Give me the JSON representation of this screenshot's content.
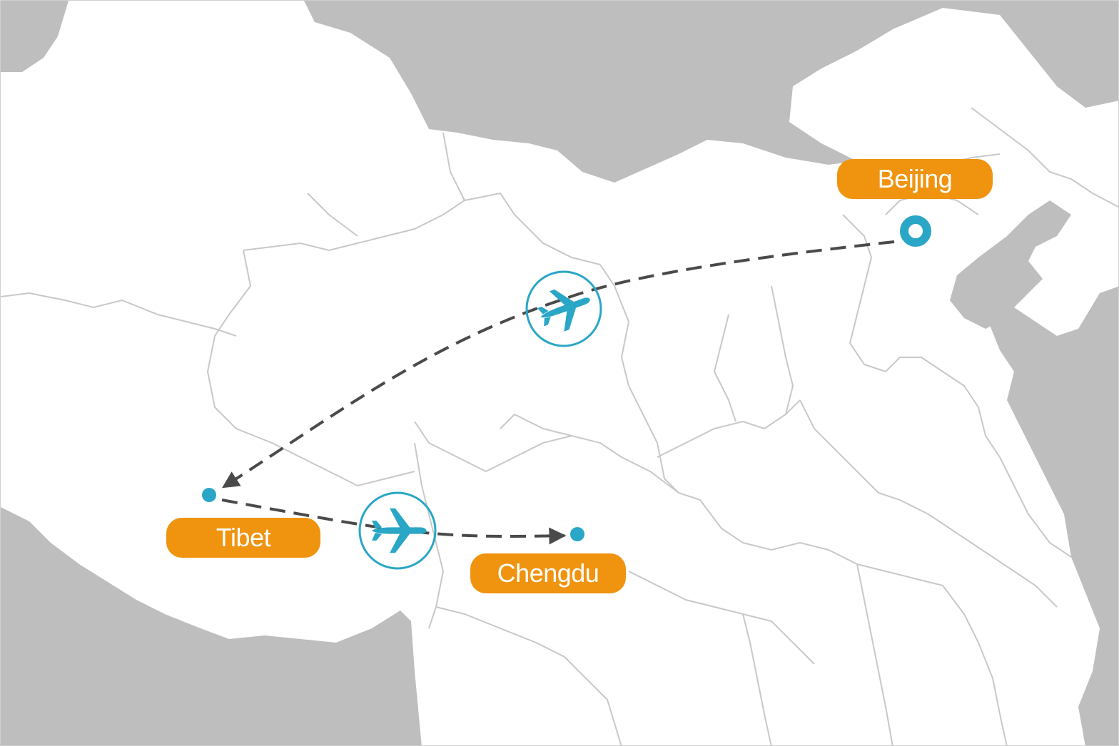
{
  "colors": {
    "land": "#ffffff",
    "outside": "#bebebe",
    "border": "#c8c8c8",
    "route": "#4a4a4a",
    "accent": "#2aa6c6",
    "label": "#f0930e"
  },
  "cities": {
    "beijing": {
      "name": "Beijing",
      "marker": "ring"
    },
    "tibet": {
      "name": "Tibet",
      "marker": "dot"
    },
    "chengdu": {
      "name": "Chengdu",
      "marker": "dot"
    }
  },
  "routes": [
    {
      "from": "Beijing",
      "to": "Tibet",
      "style": "dashed",
      "icon": "airplane-icon"
    },
    {
      "from": "Tibet",
      "to": "Chengdu",
      "style": "dashed",
      "icon": "airplane-icon"
    }
  ]
}
